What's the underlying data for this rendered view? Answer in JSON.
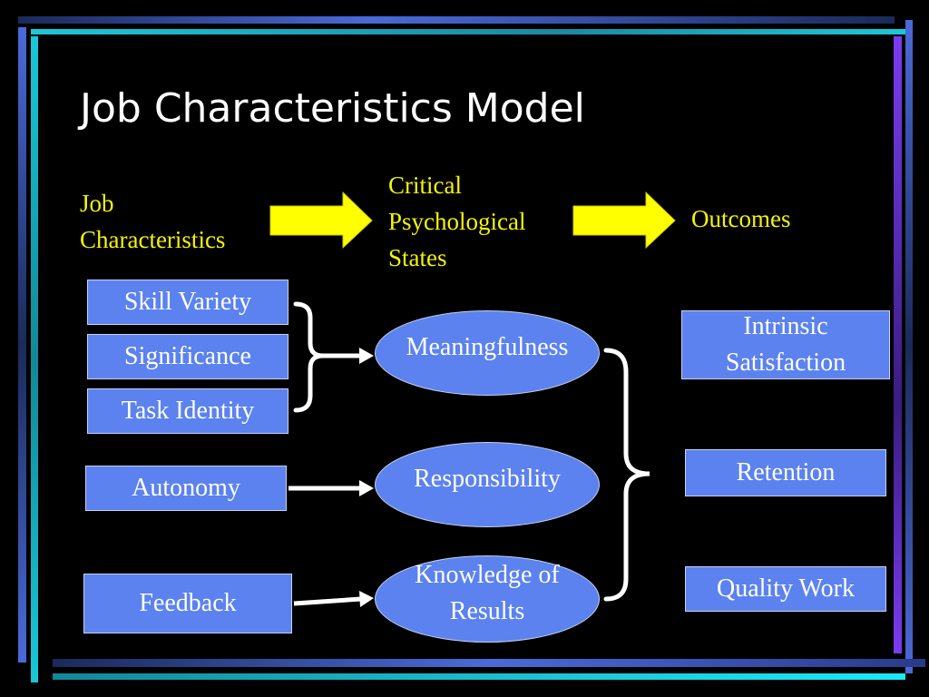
{
  "slide": {
    "title": "Job Characteristics Model"
  },
  "headers": {
    "job_characteristics": "Job\nCharacteristics",
    "critical_states": "Critical\nPsychological\nStates",
    "outcomes": "Outcomes"
  },
  "characteristics": {
    "skill_variety": "Skill Variety",
    "significance": "Significance",
    "task_identity": "Task Identity",
    "autonomy": "Autonomy",
    "feedback": "Feedback"
  },
  "states": {
    "meaningfulness": "Meaningfulness",
    "responsibility": "Responsibility",
    "knowledge": "Knowledge of\nResults"
  },
  "outcomes": {
    "intrinsic": "Intrinsic\nSatisfaction",
    "retention": "Retention",
    "quality": "Quality Work"
  },
  "colors": {
    "background": "#000000",
    "box_fill": "#5b82ee",
    "header_text": "#f5f500",
    "arrow_fill": "#ffff00",
    "accent_cyan": "#19c8d8",
    "accent_blue": "#4a6ad8",
    "accent_purple": "#7a3cf0"
  }
}
